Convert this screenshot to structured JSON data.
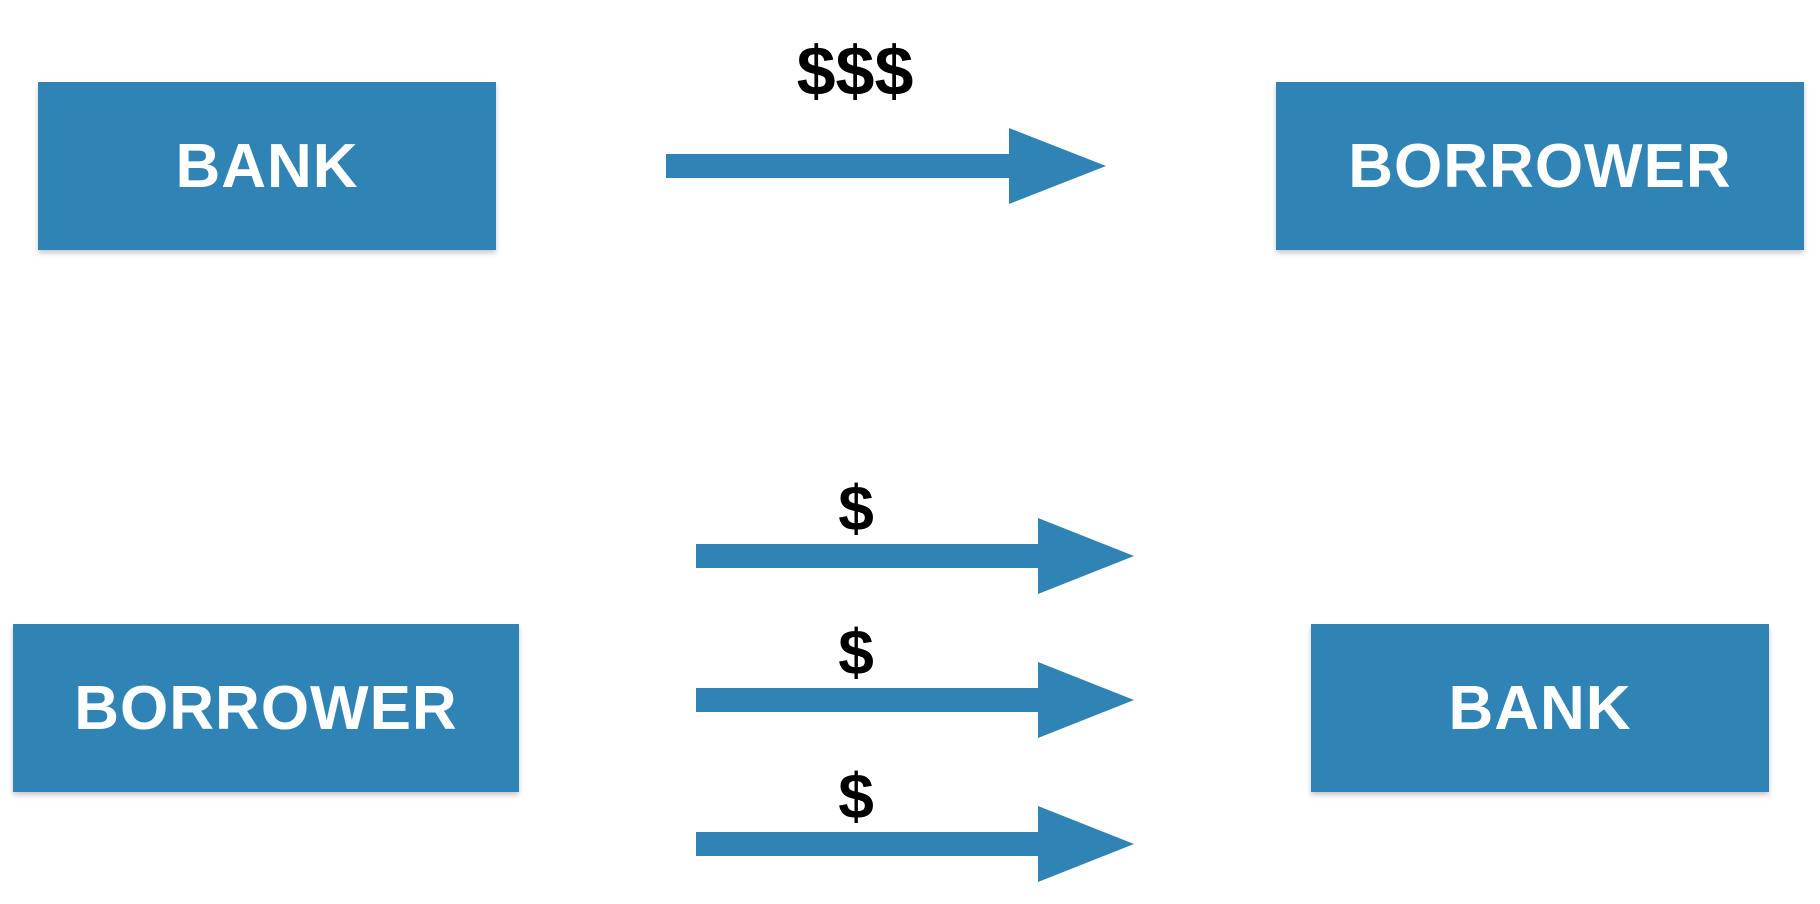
{
  "colors": {
    "box_fill": "#2f83b5",
    "arrow_fill": "#2f83b5",
    "box_text": "#ffffff",
    "money_text": "#000000"
  },
  "top_flow": {
    "source_label": "BANK",
    "target_label": "BORROWER",
    "amount_label": "$$$"
  },
  "bottom_flow": {
    "source_label": "BORROWER",
    "target_label": "BANK",
    "payments": [
      {
        "amount_label": "$"
      },
      {
        "amount_label": "$"
      },
      {
        "amount_label": "$"
      }
    ]
  }
}
